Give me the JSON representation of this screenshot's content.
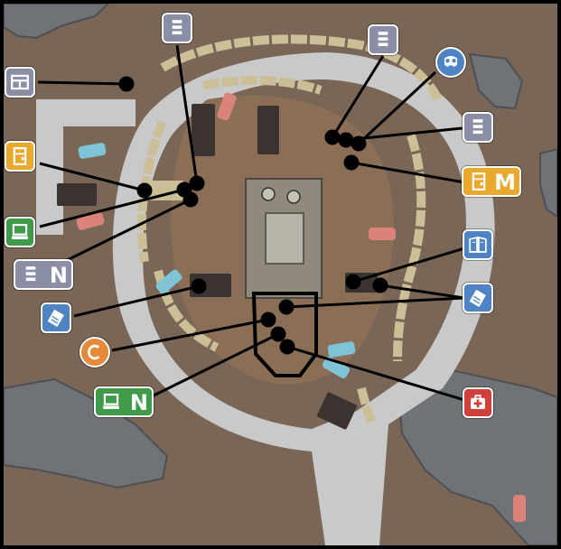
{
  "map": {
    "palette": {
      "ground": "#7a6656",
      "clearing": "#8a6e56",
      "road": "#c9c9c9",
      "rock": "#6f7277",
      "wall": "#cbbf98",
      "building": "#8f8a7c",
      "bunker": "#3b3330",
      "line": "#000000"
    }
  },
  "markers": {
    "doc_top_center": {
      "icon": "document-stack-icon",
      "color": "#8a8fa5"
    },
    "doc_top_right": {
      "icon": "document-stack-icon",
      "color": "#8a8fa5"
    },
    "gasmask": {
      "icon": "gas-mask-icon",
      "color": "#4f84c4"
    },
    "doc_right": {
      "icon": "document-stack-icon",
      "color": "#8a8fa5"
    },
    "workbench_left": {
      "icon": "workbench-icon",
      "color": "#8a8fa5"
    },
    "locker_left": {
      "icon": "locker-icon",
      "color": "#e9a92d"
    },
    "locker_right": {
      "icon": "locker-icon",
      "color": "#e9a92d",
      "letter": "M"
    },
    "computer_left": {
      "icon": "computer-icon",
      "color": "#3f9a4a"
    },
    "doc_n": {
      "icon": "document-stack-icon",
      "color": "#8a8fa5",
      "letter": "N"
    },
    "book_right": {
      "icon": "book-icon",
      "color": "#4f84c4"
    },
    "manual_left": {
      "icon": "manual-icon",
      "color": "#4f84c4"
    },
    "manual_right": {
      "icon": "manual-icon",
      "color": "#4f84c4"
    },
    "crate_c": {
      "icon": "c-crate-icon",
      "color": "#e48a3b"
    },
    "computer_n": {
      "icon": "computer-icon",
      "color": "#3f9a4a",
      "letter": "N"
    },
    "medkit": {
      "icon": "medkit-icon",
      "color": "#d13f3a"
    }
  }
}
